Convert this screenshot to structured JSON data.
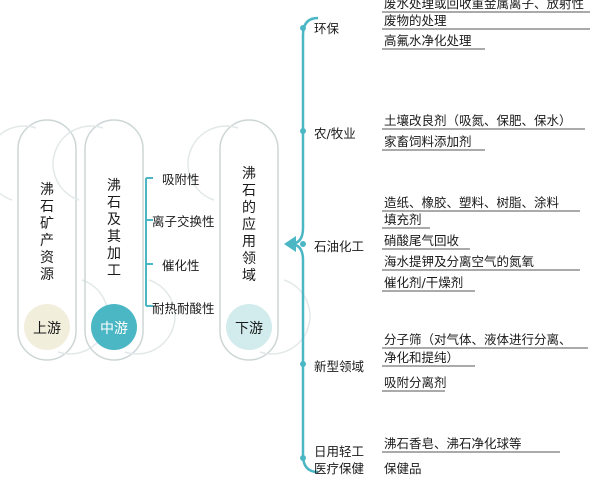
{
  "stages": {
    "upstream": {
      "title": "沸石矿产资源",
      "label": "上游",
      "color": "#f3efdd"
    },
    "midstream": {
      "title": "沸石及其加工",
      "label": "中游",
      "color": "#4cb7c4"
    },
    "downstream": {
      "title": "沸石的应用领域",
      "label": "下游",
      "color": "#cfe9ea"
    }
  },
  "properties": [
    "吸附性",
    "离子交换性",
    "催化性",
    "耐热耐酸性"
  ],
  "fields": [
    {
      "name": "环保",
      "items": [
        "废水处理或回收重金属离子、放射性",
        "废物的处理",
        "高氟水净化处理"
      ]
    },
    {
      "name": "农/牧业",
      "items": [
        "土壤改良剂（吸氮、保肥、保水）",
        "家畜饲料添加剂"
      ]
    },
    {
      "name": "石油化工",
      "items": [
        "造纸、橡胶、塑料、树脂、涂料",
        "填充剂",
        "硝酸尾气回收",
        "海水提钾及分离空气的氮氧",
        "催化剂/干燥剂"
      ]
    },
    {
      "name": "新型领域",
      "items": [
        "分子筛（对气体、液体进行分离、",
        "净化和提纯）",
        "吸附分离剂"
      ]
    },
    {
      "name": "日用轻工",
      "name2": "医疗保健",
      "items": [
        "沸石香皂、沸石净化球等",
        "保健品"
      ]
    }
  ],
  "colors": {
    "accent": "#4cb7c4",
    "line": "#4cb7c4",
    "outline": "#c9cfd0"
  }
}
